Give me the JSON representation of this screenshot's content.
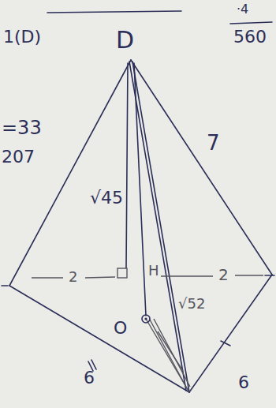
{
  "diagram": {
    "labels": [
      "1(D)",
      "D",
      "=33",
      "207",
      "·4",
      "560",
      "7",
      "√45",
      "2",
      "H",
      "2",
      "O",
      "√52",
      "6",
      "6"
    ]
  }
}
